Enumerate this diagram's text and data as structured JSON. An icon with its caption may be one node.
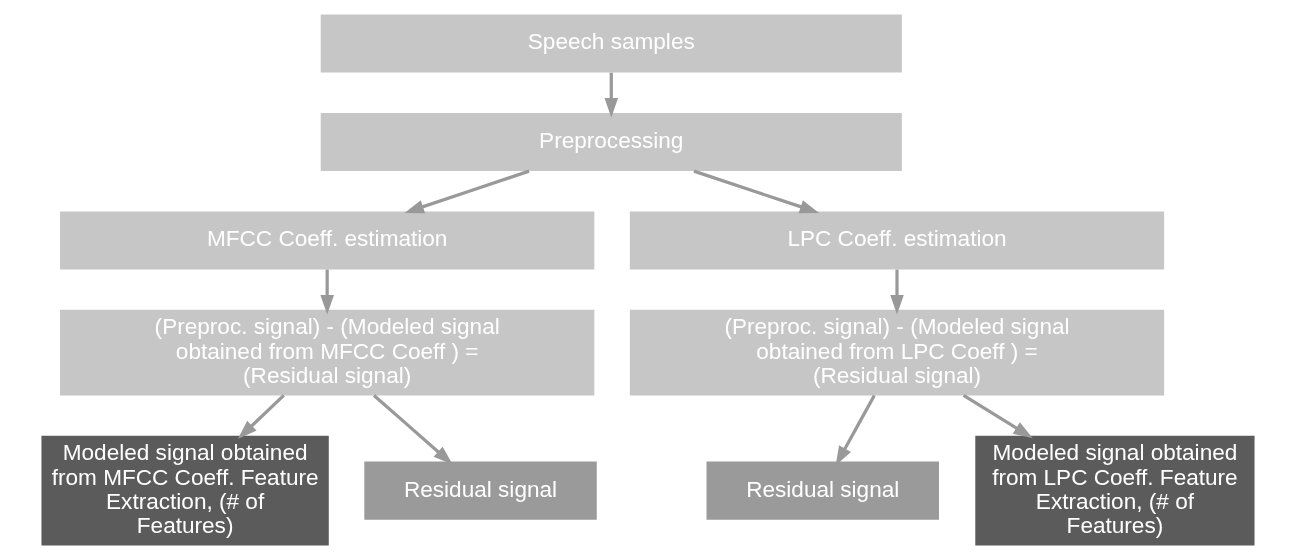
{
  "diagram": {
    "nodes": [
      {
        "text": [
          "Speech samples"
        ]
      },
      {
        "text": [
          "Preprocessing"
        ]
      },
      {
        "text": [
          "MFCC Coeff. estimation"
        ]
      },
      {
        "text": [
          "LPC Coeff. estimation"
        ]
      },
      {
        "text": [
          "(Preproc. signal) - (Modeled signal obtained from MFCC Coeff ) = (Residual signal)"
        ]
      },
      {
        "text": [
          "(Preproc. signal) - (Modeled signal obtained from LPC Coeff ) = (Residual signal)"
        ]
      },
      {
        "text": [
          "Modeled signal obtained from MFCC Coeff. Feature Extraction, (# of Features)"
        ]
      },
      {
        "text": [
          "Residual signal"
        ]
      },
      {
        "text": [
          "Residual signal"
        ]
      },
      {
        "text": [
          "Modeled signal obtained from LPC Coeff. Feature Extraction, (# of Features)"
        ]
      }
    ],
    "edges": [
      {
        "from": 0,
        "to": 1,
        "arrow": "to"
      },
      {
        "from": 1,
        "to": 2,
        "arrow": "to"
      },
      {
        "from": 1,
        "to": 3,
        "arrow": "to"
      },
      {
        "from": 2,
        "to": 4,
        "arrow": "to"
      },
      {
        "from": 3,
        "to": 5,
        "arrow": "to"
      },
      {
        "from": 4,
        "to": 6,
        "arrow": "to"
      },
      {
        "from": 4,
        "to": 7,
        "arrow": "to"
      },
      {
        "from": 5,
        "to": 8,
        "arrow": "to"
      },
      {
        "from": 5,
        "to": 9,
        "arrow": "to"
      }
    ]
  }
}
